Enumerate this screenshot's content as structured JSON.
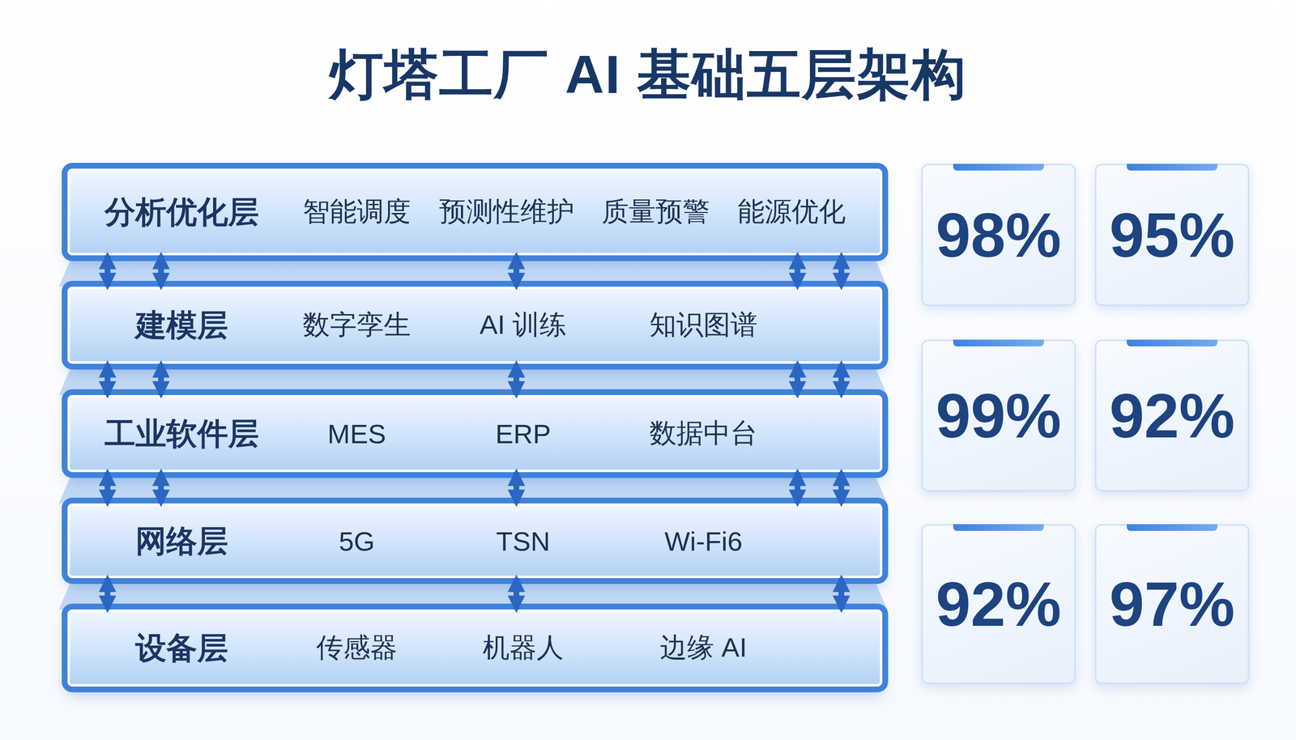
{
  "diagram": {
    "title": "灯塔工厂 AI 基础五层架构",
    "nodes": [
      {
        "text": [
          "分析优化层",
          "智能调度",
          "预测性维护",
          "质量预警",
          "能源优化"
        ]
      },
      {
        "text": [
          "建模层",
          "数字孪生",
          "AI 训练",
          "知识图谱"
        ]
      },
      {
        "text": [
          "工业软件层",
          "MES",
          "ERP",
          "数据中台"
        ]
      },
      {
        "text": [
          "网络层",
          "5G",
          "TSN",
          "Wi-Fi6"
        ]
      },
      {
        "text": [
          "设备层",
          "传感器",
          "机器人",
          "边缘 AI"
        ]
      },
      {
        "text": [
          "98%"
        ]
      },
      {
        "text": [
          "95%"
        ]
      },
      {
        "text": [
          "99%"
        ]
      },
      {
        "text": [
          "92%"
        ]
      },
      {
        "text": [
          "92%"
        ]
      },
      {
        "text": [
          "97%"
        ]
      }
    ],
    "edges": [
      {
        "from": 0,
        "to": 1,
        "arrow": "both"
      },
      {
        "from": 0,
        "to": 1,
        "arrow": "both"
      },
      {
        "from": 0,
        "to": 1,
        "arrow": "both"
      },
      {
        "from": 0,
        "to": 1,
        "arrow": "both"
      },
      {
        "from": 0,
        "to": 1,
        "arrow": "both"
      },
      {
        "from": 1,
        "to": 2,
        "arrow": "both"
      },
      {
        "from": 1,
        "to": 2,
        "arrow": "both"
      },
      {
        "from": 1,
        "to": 2,
        "arrow": "both"
      },
      {
        "from": 1,
        "to": 2,
        "arrow": "both"
      },
      {
        "from": 1,
        "to": 2,
        "arrow": "both"
      },
      {
        "from": 2,
        "to": 3,
        "arrow": "both"
      },
      {
        "from": 2,
        "to": 3,
        "arrow": "both"
      },
      {
        "from": 2,
        "to": 3,
        "arrow": "both"
      },
      {
        "from": 2,
        "to": 3,
        "arrow": "both"
      },
      {
        "from": 2,
        "to": 3,
        "arrow": "both"
      },
      {
        "from": 3,
        "to": 4,
        "arrow": "both"
      },
      {
        "from": 3,
        "to": 4,
        "arrow": "both"
      },
      {
        "from": 3,
        "to": 4,
        "arrow": "both"
      }
    ]
  }
}
